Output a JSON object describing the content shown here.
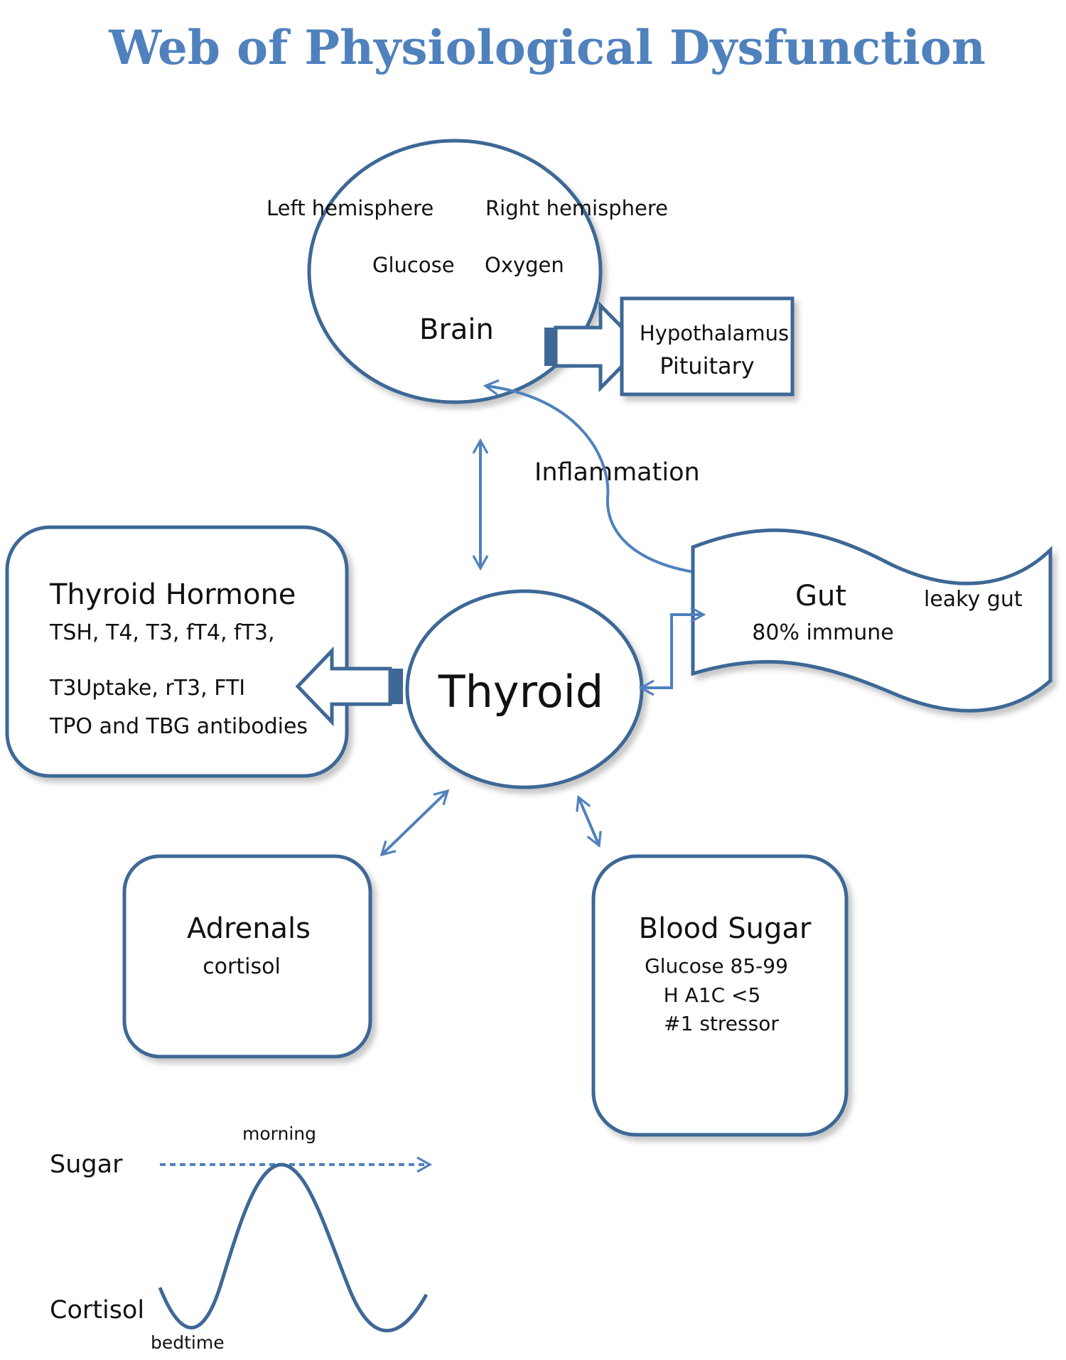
{
  "title": "Web of Physiological Dysfunction",
  "colors": {
    "title": "#4f81bd",
    "outline": "#3e6896",
    "connector": "#4f81bd"
  },
  "brain": {
    "label": "Brain",
    "left_hemisphere": "Left hemisphere",
    "right_hemisphere": "Right hemisphere",
    "glucose": "Glucose",
    "oxygen": "Oxygen"
  },
  "hypothalamus_box": {
    "line1": "Hypothalamus",
    "line2": "Pituitary"
  },
  "inflammation": "Inflammation",
  "thyroid": {
    "label": "Thyroid"
  },
  "thyroid_hormone": {
    "title": "Thyroid Hormone",
    "line1": "TSH, T4, T3, fT4, fT3,",
    "line2": "T3Uptake, rT3, FTI",
    "line3": "TPO and TBG antibodies"
  },
  "gut": {
    "title": "Gut",
    "subtitle": "80% immune",
    "note": "leaky gut"
  },
  "adrenals": {
    "title": "Adrenals",
    "subtitle": "cortisol"
  },
  "blood_sugar": {
    "title": "Blood Sugar",
    "line1": "Glucose 85-99",
    "line2": "H A1C <5",
    "line3": "#1 stressor"
  },
  "rhythm": {
    "sugar_label": "Sugar",
    "cortisol_label": "Cortisol",
    "morning_label": "morning",
    "bedtime_label": "bedtime"
  }
}
